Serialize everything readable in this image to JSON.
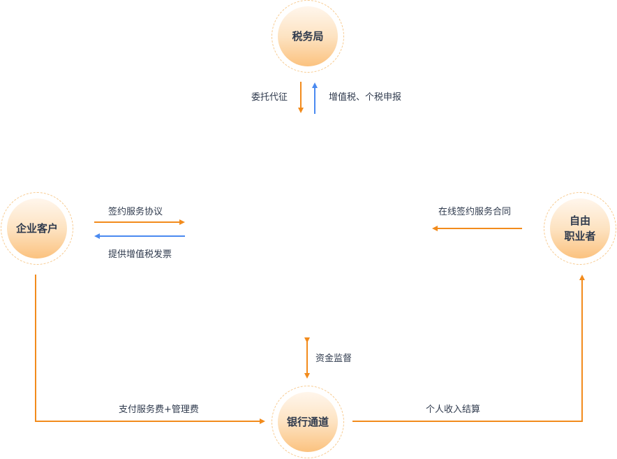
{
  "nodes": {
    "tax_bureau": "税务局",
    "enterprise": "企业客户",
    "freelancer": "自由\n职业者",
    "bank": "银行通道"
  },
  "edges": {
    "entrusted_collection": "委托代征",
    "tax_declaration": "增值税、个税申报",
    "sign_service_agreement": "签约服务协议",
    "provide_vat_invoice": "提供增值税发票",
    "online_contract": "在线签约服务合同",
    "fund_supervision": "资金监督",
    "pay_fees": "支付服务费+管理费",
    "income_settlement": "个人收入结算"
  },
  "colors": {
    "orange": "#f28b1c",
    "blue": "#4a8af0",
    "text": "#2f3a4d"
  }
}
